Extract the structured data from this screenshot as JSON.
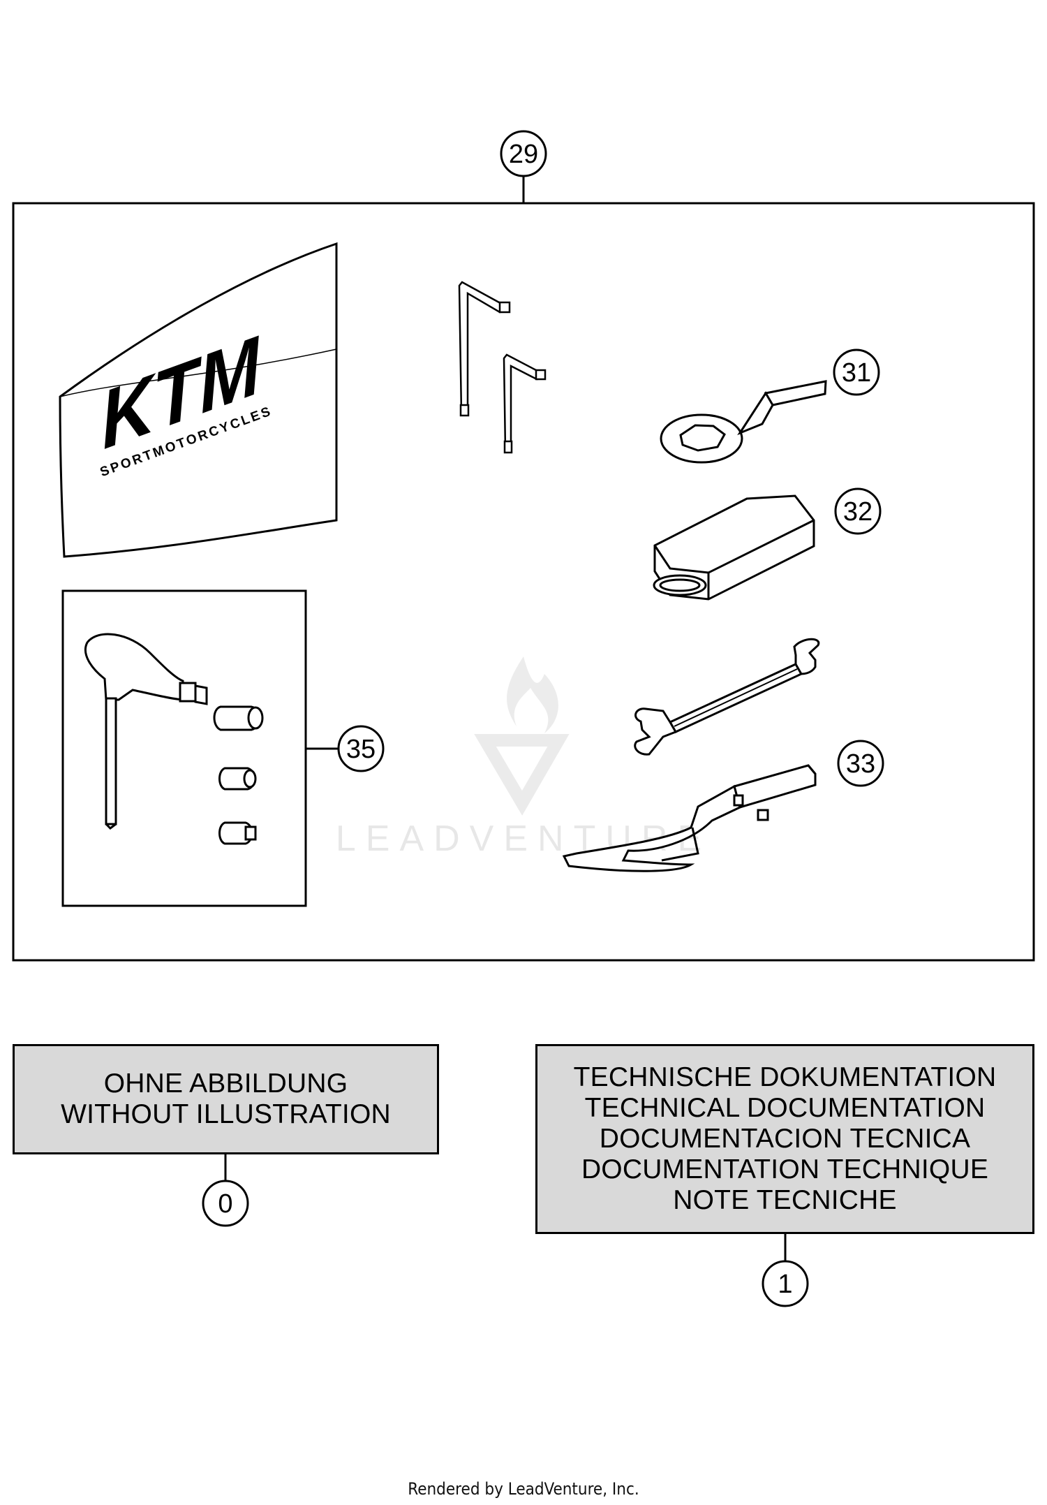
{
  "callouts": {
    "c29": "29",
    "c31": "31",
    "c32": "32",
    "c33": "33",
    "c35": "35",
    "c0": "0",
    "c1": "1"
  },
  "logo_text": {
    "brand": "KTM",
    "tagline": "SPORTMOTORCYCLES"
  },
  "watermark": {
    "text": "LEADVENTURE"
  },
  "without_illustration_box": {
    "lines": [
      "OHNE ABBILDUNG",
      "WITHOUT ILLUSTRATION"
    ]
  },
  "technical_doc_box": {
    "lines": [
      "TECHNISCHE DOKUMENTATION",
      "TECHNICAL DOCUMENTATION",
      "DOCUMENTACION TECNICA",
      "DOCUMENTATION TECHNIQUE",
      "NOTE TECNICHE"
    ]
  },
  "footer": {
    "text": "Rendered by LeadVenture, Inc."
  }
}
